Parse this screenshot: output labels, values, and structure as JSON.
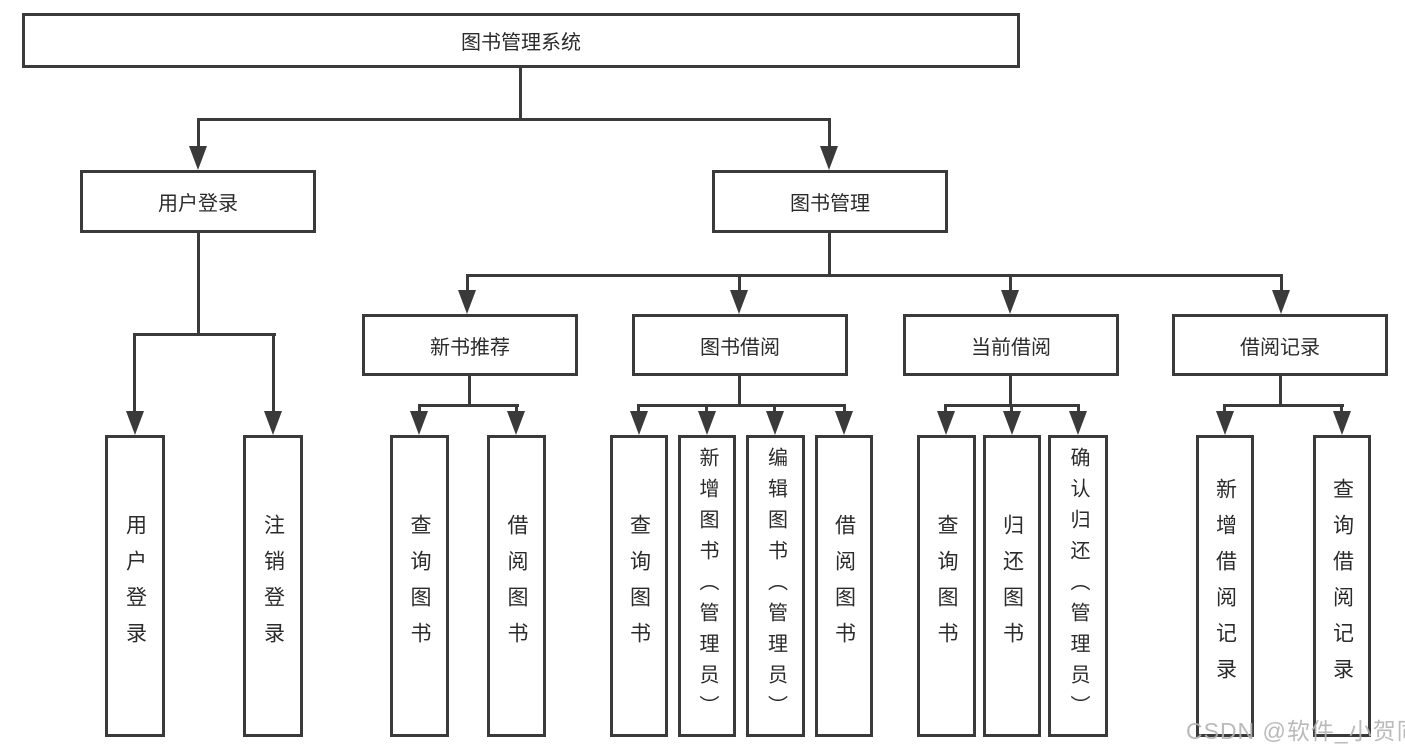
{
  "tree": {
    "label": "图书管理系统",
    "children": [
      {
        "label": "用户登录",
        "children": [
          {
            "label": "用户登录"
          },
          {
            "label": "注销登录"
          }
        ]
      },
      {
        "label": "图书管理",
        "children": [
          {
            "label": "新书推荐",
            "children": [
              {
                "label": "查询图书"
              },
              {
                "label": "借阅图书"
              }
            ]
          },
          {
            "label": "图书借阅",
            "children": [
              {
                "label": "查询图书"
              },
              {
                "label": "新增图书（管理员）"
              },
              {
                "label": "编辑图书（管理员）"
              },
              {
                "label": "借阅图书"
              }
            ]
          },
          {
            "label": "当前借阅",
            "children": [
              {
                "label": "查询图书"
              },
              {
                "label": "归还图书"
              },
              {
                "label": "确认归还（管理员）"
              }
            ]
          },
          {
            "label": "借阅记录",
            "children": [
              {
                "label": "新增借阅记录"
              },
              {
                "label": "查询借阅记录"
              }
            ]
          }
        ]
      }
    ]
  },
  "watermark": {
    "text": "CSDN @软件_小贺同学"
  },
  "colors": {
    "line": "#3a3a3a",
    "text": "#2b2b2b",
    "watermark": "#b3b3b3"
  }
}
